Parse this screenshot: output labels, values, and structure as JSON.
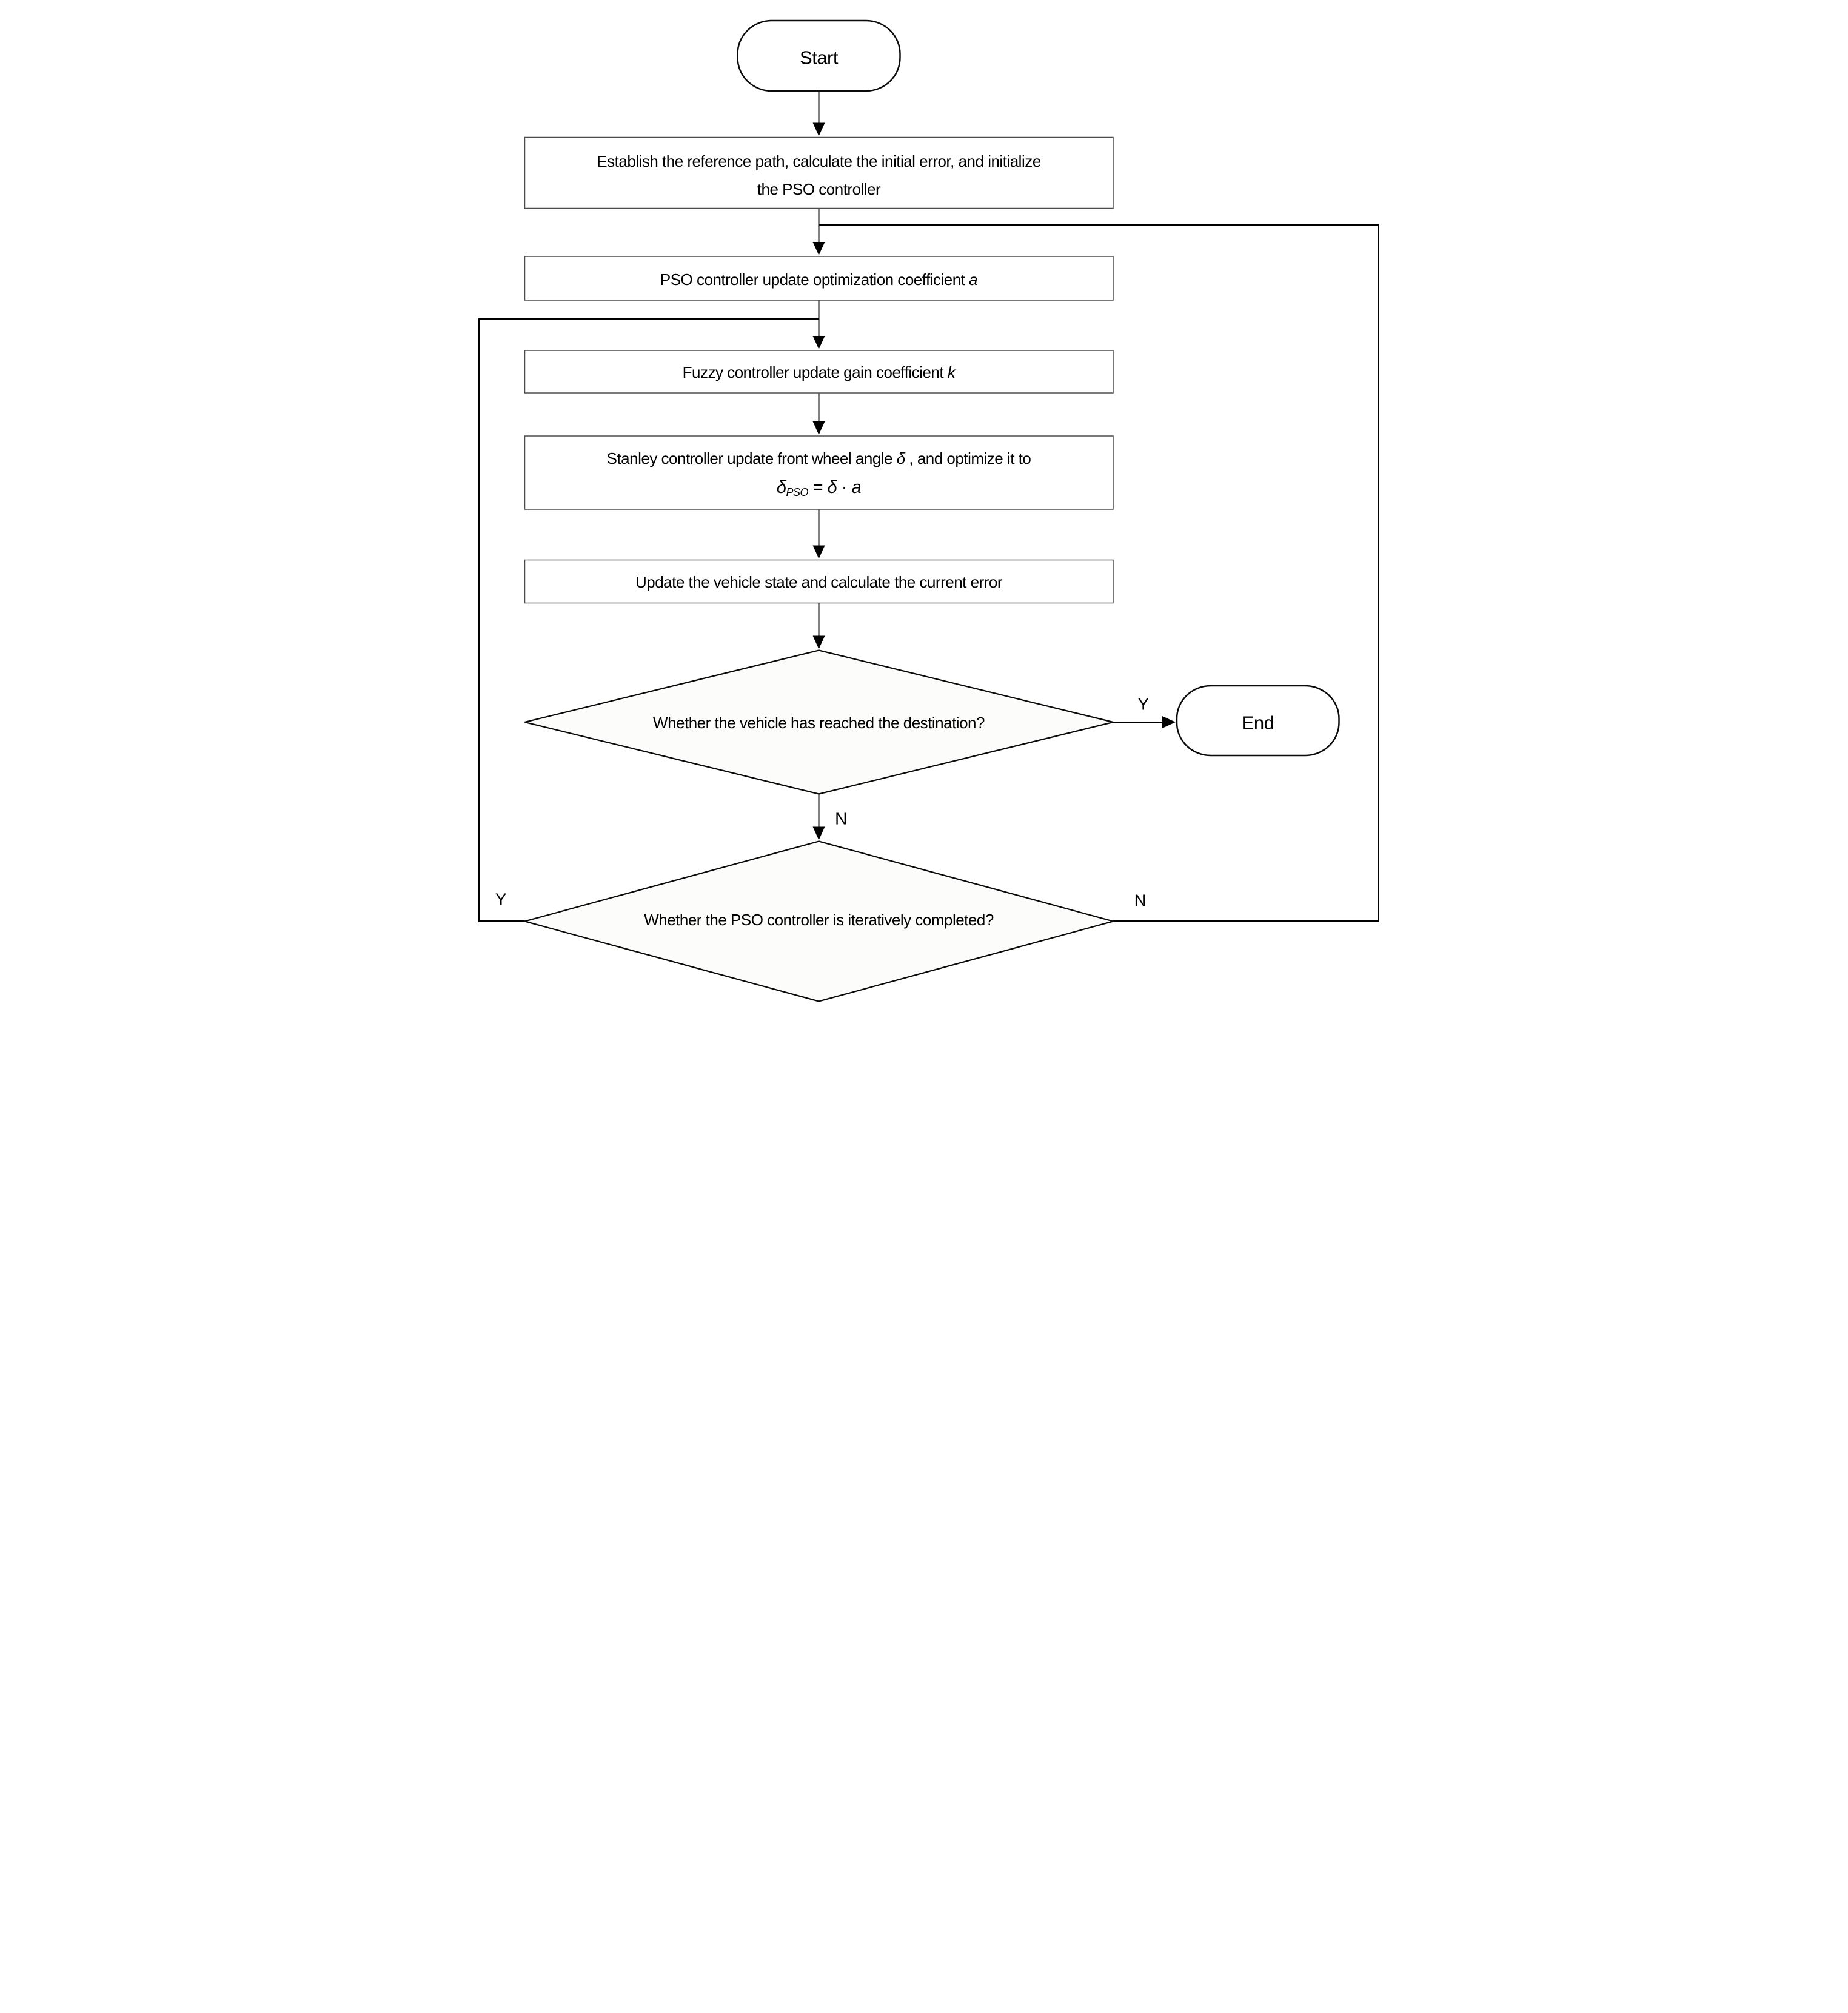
{
  "diagram": {
    "start": {
      "label": "Start"
    },
    "init": {
      "line1": "Establish the reference path, calculate the initial error, and initialize",
      "line2": "the PSO controller"
    },
    "pso": {
      "text": "PSO controller update optimization coefficient ",
      "var": "a"
    },
    "fuzzy": {
      "text": "Fuzzy controller update gain coefficient ",
      "var": "k"
    },
    "stanley": {
      "line1_text": "Stanley controller update front wheel angle  ",
      "line1_var": "δ",
      "line1_tail": " , and optimize it to",
      "formula": {
        "lhs": "δ",
        "sub": "PSO",
        "eq": " =  ",
        "rhs_delta": "δ",
        "dot": " · ",
        "rhs_a": "a"
      }
    },
    "vehicle": {
      "label": "Update the vehicle state and calculate the current error"
    },
    "decision_destination": {
      "label": "Whether the vehicle has reached the destination?"
    },
    "end": {
      "label": "End"
    },
    "decision_iteration": {
      "label": "Whether the PSO controller is iteratively completed?"
    },
    "edge_labels": {
      "destination_yes": "Y",
      "destination_no": "N",
      "iteration_yes": "Y",
      "iteration_no": "N"
    }
  }
}
